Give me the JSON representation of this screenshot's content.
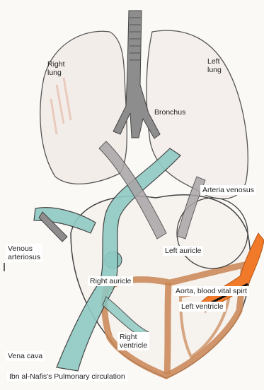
{
  "labels": {
    "right_lung": [
      "Right",
      "lung"
    ],
    "left_lung": [
      "Left",
      "lung"
    ],
    "bronchus": "Bronchus",
    "arteria_venosus": "Arteria venosus",
    "venous_arteriosus": [
      "Venous",
      "arteriosus"
    ],
    "left_auricle": "Left auricle",
    "right_auricle": "Right auricle",
    "aorta": "Aorta, blood vital spirt",
    "left_ventricle": "Left ventricle",
    "right_ventricle": [
      "Right",
      "ventricle"
    ],
    "vena_cava": "Vena cava",
    "caption": "Ibn al-Nafis's Pulmonary circulation"
  },
  "colors": {
    "lung_fill": "#f3ede9",
    "outline": "#4a4a4a",
    "vessel_teal": "#8fc9c3",
    "vessel_grey": "#a9a4a6",
    "heart_wall": "#c98552",
    "aorta_orange": "#f07a2a"
  }
}
